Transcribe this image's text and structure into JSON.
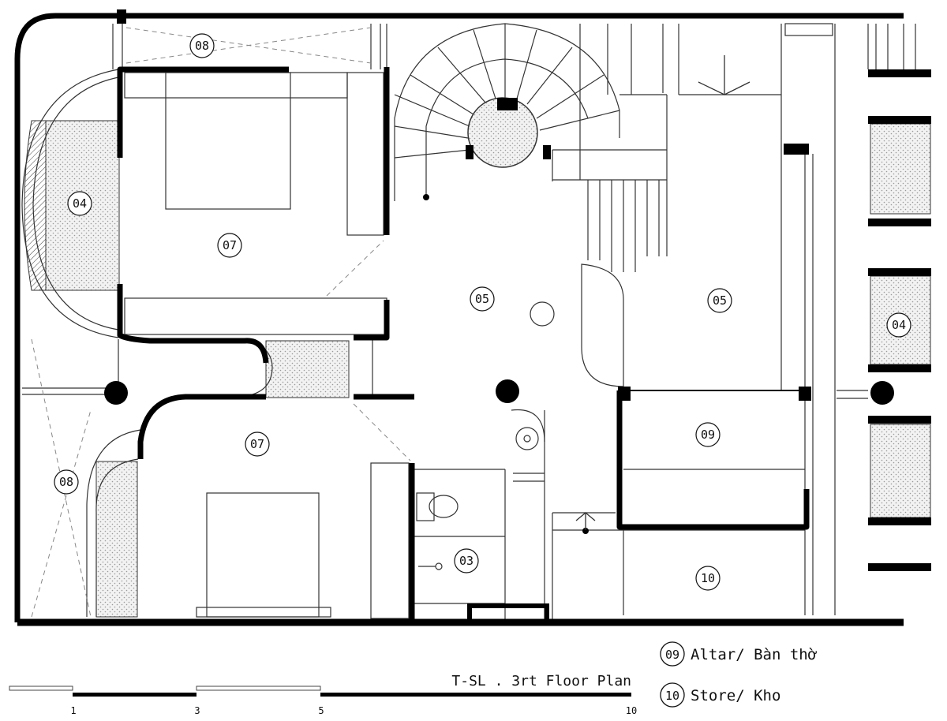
{
  "rooms": [
    {
      "id": "08"
    },
    {
      "id": "04"
    },
    {
      "id": "07"
    },
    {
      "id": "05"
    },
    {
      "id": "05"
    },
    {
      "id": "04"
    },
    {
      "id": "07"
    },
    {
      "id": "09"
    },
    {
      "id": "08"
    },
    {
      "id": "03"
    },
    {
      "id": "10"
    }
  ],
  "title": "T-SL . 3rt Floor Plan",
  "legend": [
    {
      "code": "09",
      "label": "Altar/ Bàn thờ"
    },
    {
      "code": "10",
      "label": "Store/ Kho"
    }
  ],
  "scale": {
    "ticks": [
      "1",
      "3",
      "5",
      "10"
    ]
  }
}
